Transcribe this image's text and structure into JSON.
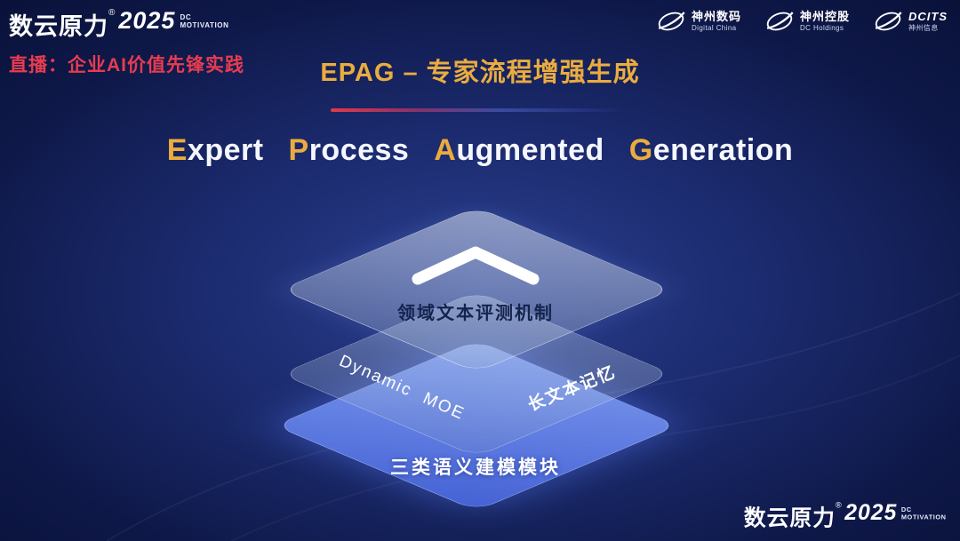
{
  "brand": {
    "name": "数云原力",
    "reg": "®",
    "year": "2025",
    "sub1": "DC",
    "sub2": "MOTIVATION"
  },
  "live_badge": "直播：企业AI价值先锋实践",
  "title": "EPAG – 专家流程增强生成",
  "subtitle": {
    "words": [
      {
        "initial": "E",
        "rest": "xpert"
      },
      {
        "initial": "P",
        "rest": "rocess"
      },
      {
        "initial": "A",
        "rest": "ugmented"
      },
      {
        "initial": "G",
        "rest": "eneration"
      }
    ]
  },
  "diagram": {
    "top_layer_label": "领域文本评测机制",
    "middle_layer_left_label": "Dynamic MOE",
    "middle_layer_right_label": "长文本记忆",
    "bottom_layer_label": "三类语义建模模块"
  },
  "partners": [
    {
      "line1": "神州数码",
      "line2": "Digital China"
    },
    {
      "line1": "神州控股",
      "line2": "DC Holdings"
    },
    {
      "line1": "DCITS",
      "line2": "神州信息"
    }
  ],
  "colors": {
    "accent_gold": "#eaac3f",
    "live_red": "#e73c50",
    "layer_blue": "#5b7ce8"
  }
}
